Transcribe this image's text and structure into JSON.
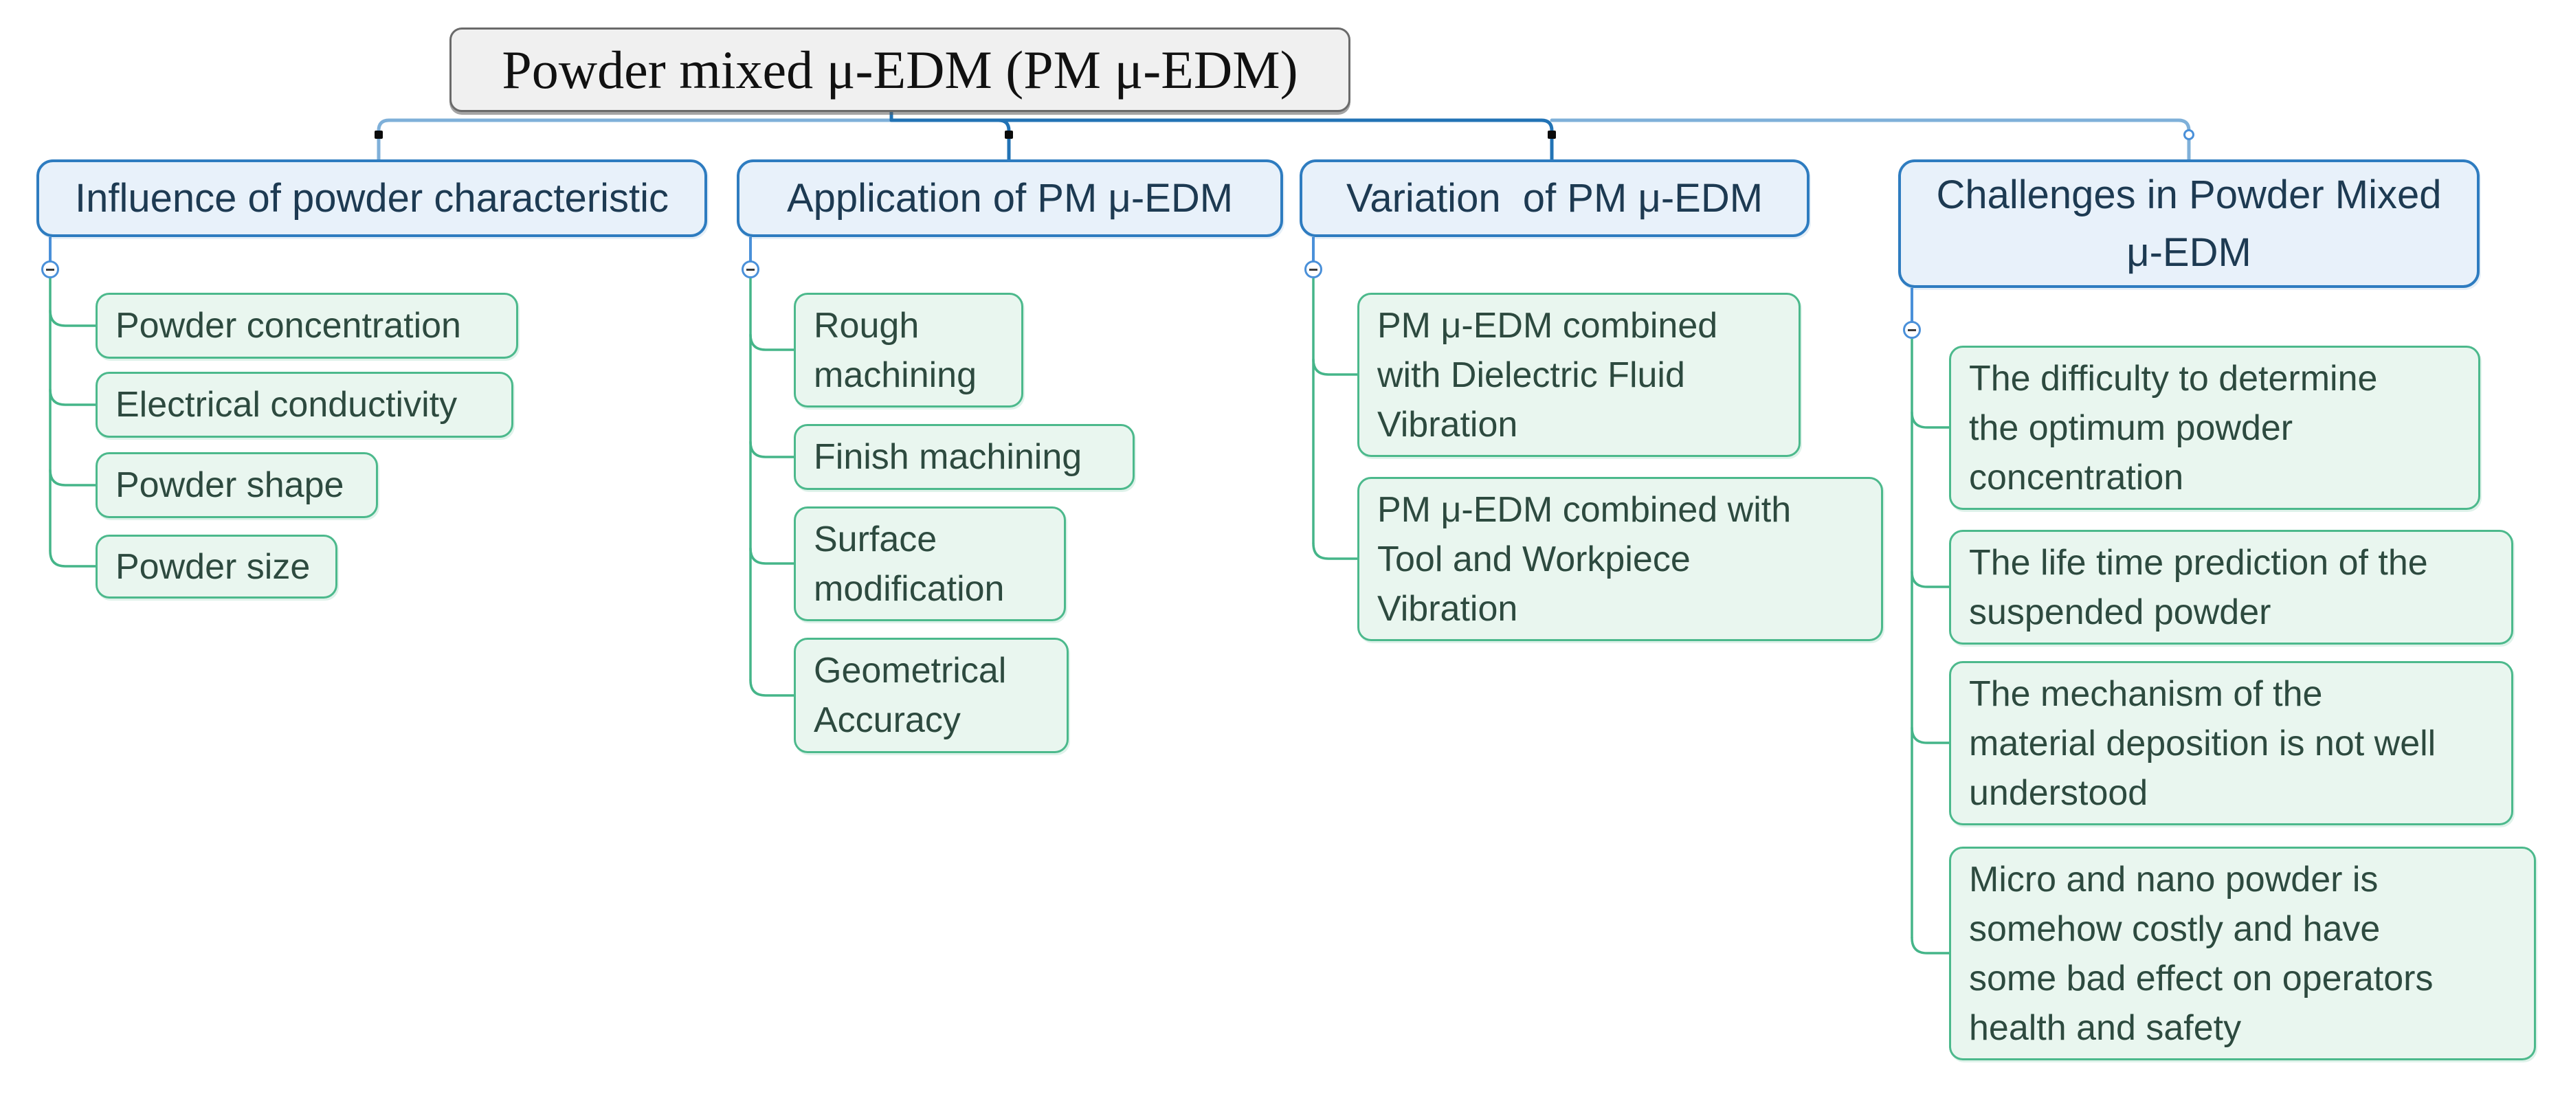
{
  "root": {
    "label": "Powder mixed μ-EDM (PM μ-EDM)"
  },
  "branches": [
    {
      "id": "influence",
      "label": "Influence of powder characteristic",
      "children": [
        "Powder concentration",
        "Electrical conductivity",
        "Powder shape",
        "Powder size"
      ]
    },
    {
      "id": "application",
      "label": "Application of PM μ-EDM",
      "children": [
        "Rough\nmachining",
        "Finish machining",
        "Surface\nmodification",
        "Geometrical\nAccuracy"
      ]
    },
    {
      "id": "variation",
      "label": "Variation  of PM μ-EDM",
      "children": [
        "PM μ-EDM combined\nwith Dielectric Fluid\nVibration",
        "PM μ-EDM combined with\nTool and Workpiece\nVibration"
      ]
    },
    {
      "id": "challenges",
      "label": "Challenges in Powder Mixed\nμ-EDM",
      "children": [
        "The difficulty to determine\nthe optimum powder\nconcentration",
        "The life time prediction of the\nsuspended powder",
        "The mechanism of the\nmaterial deposition is not well\nunderstood",
        "Micro and nano powder is\nsomehow costly and have\nsome bad effect on operators\nhealth and safety"
      ]
    }
  ],
  "icons": {
    "collapse_toggle": "minus-icon",
    "branch_junction": "black-square-marker",
    "challenges_junction": "open-circle-marker"
  },
  "colors": {
    "root_fill": "#f0f0f0",
    "root_border": "#6a6a6a",
    "head_fill": "#e8f1fa",
    "head_border": "#2e7cc0",
    "head_text": "#1d3a52",
    "child_fill": "#e9f6ef",
    "child_border": "#4cb98c",
    "child_text": "#2d4a3f",
    "connector_blue_dark": "#2273b5",
    "connector_blue_light": "#7fb0d9",
    "connector_green": "#45b589",
    "toggle_ring": "#4a90d9",
    "marker_black": "#0b0b0b"
  }
}
